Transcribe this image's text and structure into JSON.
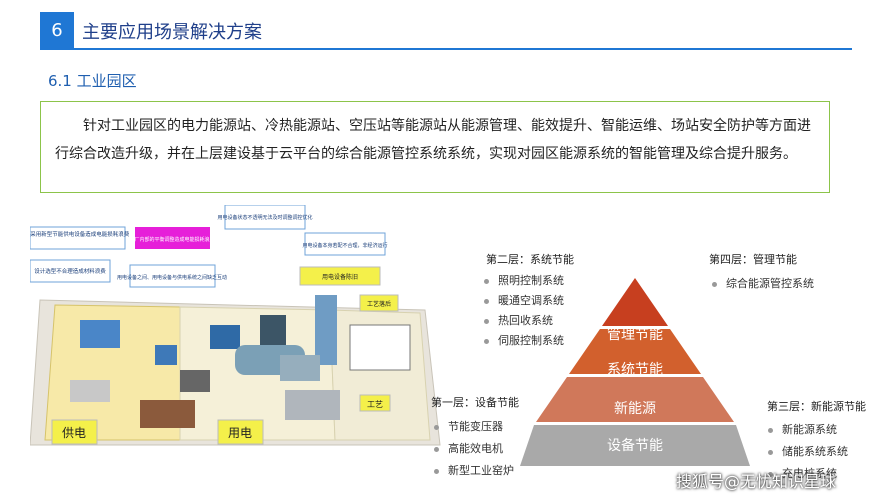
{
  "header": {
    "number": "6",
    "title": "主要应用场景解决方案"
  },
  "section": {
    "title": "6.1 工业园区"
  },
  "description": "针对工业园区的电力能源站、冷热能源站、空压站等能源站从能源管理、能效提升、智能运维、场站安全防护等方面进行综合改造升级，并在上层建设基于云平台的综合能源管控系统系统，实现对园区能源系统的智能管理及综合提升服务。",
  "illustration": {
    "callouts": [
      "未采用新型节能供电设备造成电能损耗浪费",
      "设计选型不合理造成材料浪费",
      "工厂内部的平衡调整造成电能损耗浪费",
      "用电设备状态不透明无法及时调整调控优化",
      "用电设备本身若配不合理，非经济运行",
      "用电设备之间、用电设备与供电系统之间缺乏互动",
      "用电设备陈旧",
      "工艺落后"
    ],
    "zones": {
      "power_supply": "供电",
      "power_use": "用电",
      "process": "工艺"
    }
  },
  "pyramid": {
    "layers": [
      "管理节能",
      "系统节能",
      "新能源",
      "设备节能"
    ],
    "colors": [
      "#c73f1f",
      "#d2602d",
      "#d0785a",
      "#a9a9a9"
    ]
  },
  "levels": {
    "l1": {
      "label": "第一层：设备节能",
      "items": [
        "节能变压器",
        "高能效电机",
        "新型工业窑炉"
      ]
    },
    "l2": {
      "label": "第二层：系统节能",
      "items": [
        "照明控制系统",
        "暖通空调系统",
        "热回收系统",
        "伺服控制系统"
      ]
    },
    "l3": {
      "label": "第三层：新能源节能",
      "items": [
        "新能源系统",
        "储能系统系统",
        "充电桩系统"
      ]
    },
    "l4": {
      "label": "第四层：管理节能",
      "items": [
        "综合能源管控系统"
      ]
    }
  },
  "watermark": "搜狐号@无忧知识星球"
}
